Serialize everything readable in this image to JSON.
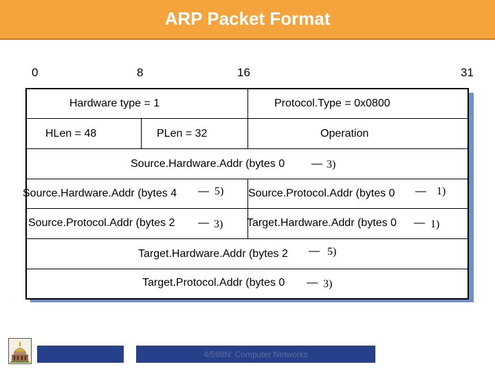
{
  "title": "ARP Packet Format",
  "bit_positions": [
    "0",
    "8",
    "16",
    "31"
  ],
  "fields": {
    "hardware_type": "Hardware type = 1",
    "protocol_type": "Protocol.Type = 0x0800",
    "hlen": "HLen = 48",
    "plen": "PLen = 32",
    "operation": "Operation",
    "src_hw_0_3": {
      "text": "Source.Hardware.Addr (bytes 0",
      "dash": "—",
      "end": "3)"
    },
    "src_hw_4_5": {
      "text": "Source.Hardware.Addr (bytes 4",
      "dash": "—",
      "end": "5)"
    },
    "src_proto_0_1": {
      "text": "Source.Protocol.Addr (bytes 0",
      "dash": "—",
      "end": "1)"
    },
    "src_proto_2_3": {
      "text": "Source.Protocol.Addr (bytes 2",
      "dash": "—",
      "end": "3)"
    },
    "tgt_hw_0_1": {
      "text": "Target.Hardware.Addr (bytes 0",
      "dash": "—",
      "end": "1)"
    },
    "tgt_hw_2_5": {
      "text": "Target.Hardware.Addr (bytes 2",
      "dash": "—",
      "end": "5)"
    },
    "tgt_proto_0_3": {
      "text": "Target.Protocol.Addr (bytes 0",
      "dash": "—",
      "end": "3)"
    }
  },
  "footer": {
    "text": "4/598N: Computer Networks"
  },
  "colors": {
    "title_bar": "#f5a33c",
    "shadow": "#6f8fc6",
    "footer_box": "#27408b"
  }
}
